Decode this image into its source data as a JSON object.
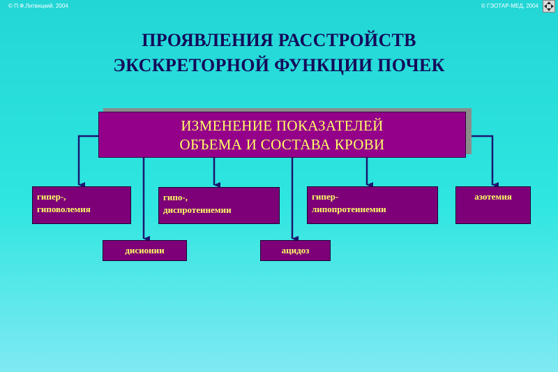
{
  "copyright": {
    "left": "© П.Ф.Литвицкий, 2004",
    "right": "© ГЭОТАР-МЕД, 2004"
  },
  "title": {
    "line1": "ПРОЯВЛЕНИЯ  РАССТРОЙСТВ",
    "line2": "ЭКСКРЕТОРНОЙ  ФУНКЦИИ  ПОЧЕК"
  },
  "main_box": {
    "line1": "ИЗМЕНЕНИЕ  ПОКАЗАТЕЛЕЙ",
    "line2": "ОБЪЕМА  И  СОСТАВА  КРОВИ"
  },
  "boxes": {
    "hypervolemia": {
      "line1": "гипер-,",
      "line2": "гиповолемия"
    },
    "dysproteinemia": {
      "line1": "гипо-,",
      "line2": "диспротеинемии"
    },
    "lipoproteinemia": {
      "line1": "гипер-",
      "line2": "липопротеинемии"
    },
    "azotemia": {
      "line1": "азотемия"
    },
    "dysionia": {
      "line1": "дисионии"
    },
    "acidosis": {
      "line1": "ацидоз"
    }
  },
  "colors": {
    "background_top": "#22d6d6",
    "background_bottom": "#7fe9f2",
    "title_text": "#140a5a",
    "box_fill": "#7d0078",
    "main_box_fill": "#94008a",
    "box_text": "#ffff66",
    "connector": "#1a1670"
  }
}
